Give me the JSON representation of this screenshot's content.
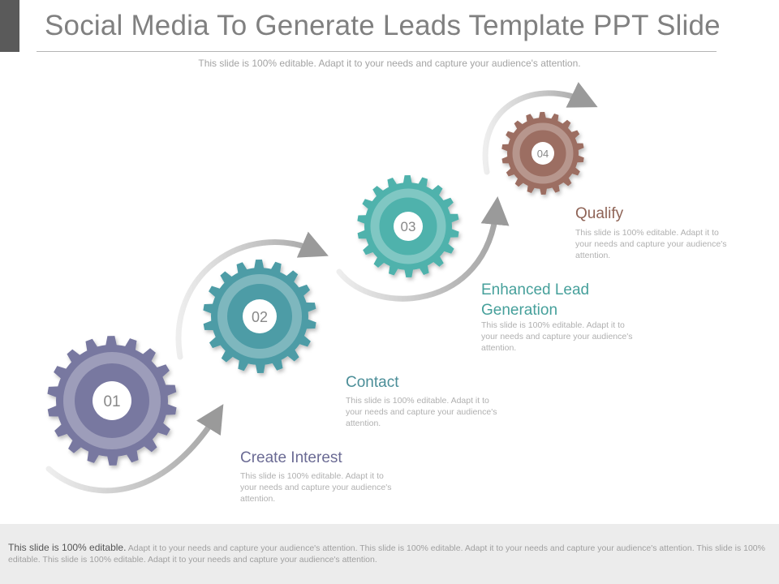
{
  "header": {
    "title": "Social Media To Generate Leads Template PPT Slide",
    "subtitle": "This slide is 100% editable. Adapt it to your needs and capture your audience's attention."
  },
  "steps": [
    {
      "number": "01",
      "heading": "Create Interest",
      "body": "This slide is 100% editable. Adapt it to your needs and capture your audience's attention.",
      "color": "#7878a0"
    },
    {
      "number": "02",
      "heading": "Contact",
      "body": "This slide is 100% editable. Adapt it to your needs and capture your audience's attention.",
      "color": "#4d9ca6"
    },
    {
      "number": "03",
      "heading": "Enhanced Lead Generation",
      "body": "This slide is 100% editable. Adapt it to your needs and capture your audience's attention.",
      "color": "#4fb2ac"
    },
    {
      "number": "04",
      "heading": "Qualify",
      "body": "This slide is 100% editable. Adapt it to your needs and capture your audience's attention.",
      "color": "#9c6e62"
    }
  ],
  "footer": {
    "lead": "This slide is 100% editable.",
    "text": " Adapt it to your needs and capture your audience's attention. This slide is 100% editable. Adapt it to your needs and capture your audience's attention. This slide is 100% editable. This slide is 100% editable. Adapt it to your needs and capture your audience's attention."
  }
}
